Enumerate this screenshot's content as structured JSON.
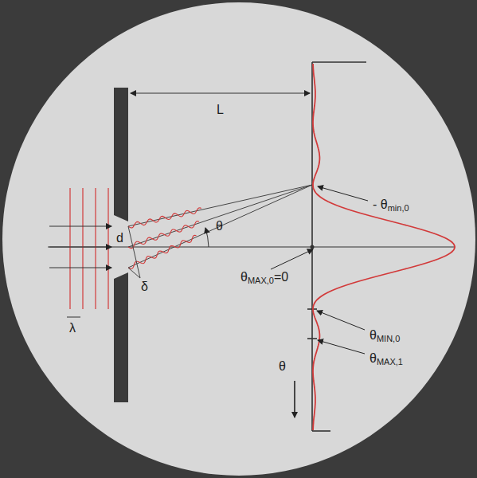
{
  "diagram": {
    "labels": [
      "L",
      "d",
      "δ",
      "λ",
      "θ",
      "- θmin,0",
      "θMAX,0=0",
      "θMIN,0",
      "θMAX,1",
      "θ"
    ]
  }
}
